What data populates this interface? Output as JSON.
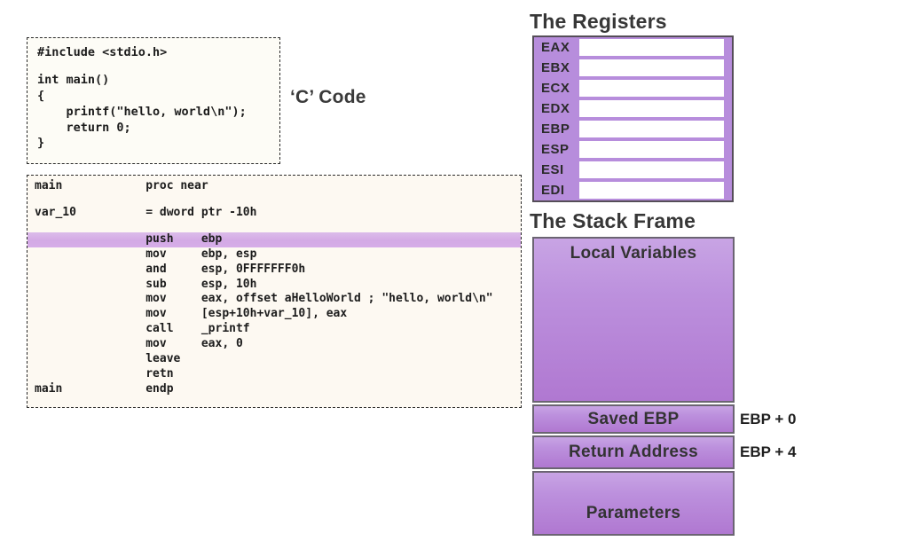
{
  "c_code": {
    "label": "‘C’ Code",
    "lines": [
      "#include <stdio.h>",
      "",
      "int main()",
      "{",
      "    printf(\"hello, world\\n\");",
      "    return 0;",
      "}"
    ]
  },
  "assembly": {
    "lines": [
      {
        "text": "main            proc near",
        "highlight": false
      },
      {
        "text": "",
        "highlight": false
      },
      {
        "text": "var_10          = dword ptr -10h",
        "highlight": false
      },
      {
        "text": "",
        "highlight": false
      },
      {
        "text": "                push    ebp",
        "highlight": true
      },
      {
        "text": "                mov     ebp, esp",
        "highlight": false
      },
      {
        "text": "                and     esp, 0FFFFFFF0h",
        "highlight": false
      },
      {
        "text": "                sub     esp, 10h",
        "highlight": false
      },
      {
        "text": "                mov     eax, offset aHelloWorld ; \"hello, world\\n\"",
        "highlight": false
      },
      {
        "text": "                mov     [esp+10h+var_10], eax",
        "highlight": false
      },
      {
        "text": "                call    _printf",
        "highlight": false
      },
      {
        "text": "                mov     eax, 0",
        "highlight": false
      },
      {
        "text": "                leave",
        "highlight": false
      },
      {
        "text": "                retn",
        "highlight": false
      },
      {
        "text": "main            endp",
        "highlight": false
      }
    ]
  },
  "registers": {
    "title": "The Registers",
    "rows": [
      {
        "name": "EAX",
        "value": ""
      },
      {
        "name": "EBX",
        "value": ""
      },
      {
        "name": "ECX",
        "value": ""
      },
      {
        "name": "EDX",
        "value": ""
      },
      {
        "name": "EBP",
        "value": ""
      },
      {
        "name": "ESP",
        "value": ""
      },
      {
        "name": "ESI",
        "value": ""
      },
      {
        "name": "EDI",
        "value": ""
      }
    ]
  },
  "stack_frame": {
    "title": "The Stack Frame",
    "sections": [
      {
        "label": "Local Variables",
        "annotation": ""
      },
      {
        "label": "Saved EBP",
        "annotation": "EBP + 0"
      },
      {
        "label": "Return Address",
        "annotation": "EBP + 4"
      },
      {
        "label": "Parameters",
        "annotation": ""
      }
    ]
  },
  "colors": {
    "panel_purple": "#b78ddc",
    "stack_purple_top": "#c8a4e4",
    "stack_purple_bottom": "#b078d1",
    "asm_highlight": "#d3a9e5",
    "code_background": "#fdf9f2",
    "title_text": "#373737"
  }
}
